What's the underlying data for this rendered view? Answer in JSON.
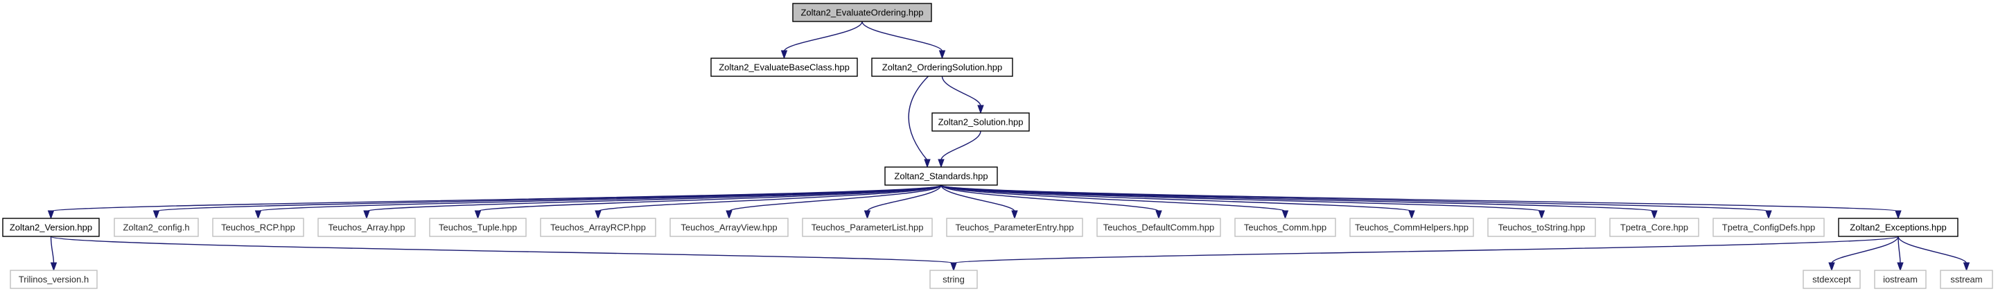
{
  "nodes": [
    {
      "id": "root",
      "label": "Zoltan2_EvaluateOrdering.hpp",
      "kind": "root"
    },
    {
      "id": "evalbase",
      "label": "Zoltan2_EvaluateBaseClass.hpp",
      "kind": "linked"
    },
    {
      "id": "ordsol",
      "label": "Zoltan2_OrderingSolution.hpp",
      "kind": "linked"
    },
    {
      "id": "solution",
      "label": "Zoltan2_Solution.hpp",
      "kind": "linked"
    },
    {
      "id": "standards",
      "label": "Zoltan2_Standards.hpp",
      "kind": "linked"
    },
    {
      "id": "version",
      "label": "Zoltan2_Version.hpp",
      "kind": "linked"
    },
    {
      "id": "config",
      "label": "Zoltan2_config.h",
      "kind": "external"
    },
    {
      "id": "rcp",
      "label": "Teuchos_RCP.hpp",
      "kind": "external"
    },
    {
      "id": "array",
      "label": "Teuchos_Array.hpp",
      "kind": "external"
    },
    {
      "id": "tuple",
      "label": "Teuchos_Tuple.hpp",
      "kind": "external"
    },
    {
      "id": "arrayrcp",
      "label": "Teuchos_ArrayRCP.hpp",
      "kind": "external"
    },
    {
      "id": "arrayview",
      "label": "Teuchos_ArrayView.hpp",
      "kind": "external"
    },
    {
      "id": "paramlist",
      "label": "Teuchos_ParameterList.hpp",
      "kind": "external"
    },
    {
      "id": "paramentry",
      "label": "Teuchos_ParameterEntry.hpp",
      "kind": "external"
    },
    {
      "id": "defaultcomm",
      "label": "Teuchos_DefaultComm.hpp",
      "kind": "external"
    },
    {
      "id": "comm",
      "label": "Teuchos_Comm.hpp",
      "kind": "external"
    },
    {
      "id": "commhelpers",
      "label": "Teuchos_CommHelpers.hpp",
      "kind": "external"
    },
    {
      "id": "tostring",
      "label": "Teuchos_toString.hpp",
      "kind": "external"
    },
    {
      "id": "tpetracore",
      "label": "Tpetra_Core.hpp",
      "kind": "external"
    },
    {
      "id": "tpetraconfig",
      "label": "Tpetra_ConfigDefs.hpp",
      "kind": "external"
    },
    {
      "id": "exceptions",
      "label": "Zoltan2_Exceptions.hpp",
      "kind": "linked"
    },
    {
      "id": "trilinos",
      "label": "Trilinos_version.h",
      "kind": "external"
    },
    {
      "id": "string",
      "label": "string",
      "kind": "external"
    },
    {
      "id": "stdexcept",
      "label": "stdexcept",
      "kind": "external"
    },
    {
      "id": "iostream",
      "label": "iostream",
      "kind": "external"
    },
    {
      "id": "sstream",
      "label": "sstream",
      "kind": "external"
    }
  ],
  "edges": [
    [
      "root",
      "evalbase"
    ],
    [
      "root",
      "ordsol"
    ],
    [
      "ordsol",
      "solution"
    ],
    [
      "ordsol",
      "standards"
    ],
    [
      "solution",
      "standards"
    ],
    [
      "standards",
      "version"
    ],
    [
      "standards",
      "config"
    ],
    [
      "standards",
      "rcp"
    ],
    [
      "standards",
      "array"
    ],
    [
      "standards",
      "tuple"
    ],
    [
      "standards",
      "arrayrcp"
    ],
    [
      "standards",
      "arrayview"
    ],
    [
      "standards",
      "paramlist"
    ],
    [
      "standards",
      "paramentry"
    ],
    [
      "standards",
      "defaultcomm"
    ],
    [
      "standards",
      "comm"
    ],
    [
      "standards",
      "commhelpers"
    ],
    [
      "standards",
      "tostring"
    ],
    [
      "standards",
      "tpetracore"
    ],
    [
      "standards",
      "tpetraconfig"
    ],
    [
      "standards",
      "exceptions"
    ],
    [
      "version",
      "trilinos"
    ],
    [
      "version",
      "string"
    ],
    [
      "exceptions",
      "string"
    ],
    [
      "exceptions",
      "stdexcept"
    ],
    [
      "exceptions",
      "iostream"
    ],
    [
      "exceptions",
      "sstream"
    ]
  ],
  "colors": {
    "edge": "#191970",
    "root_fill": "#bfbfbf",
    "linked_border": "#000000",
    "external_border": "#bfbfbf"
  }
}
